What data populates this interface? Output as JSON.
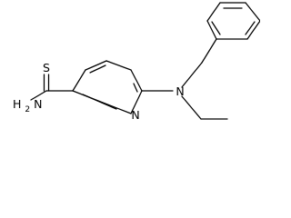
{
  "structure": {
    "atoms": {
      "sulfur": "S",
      "amide_nitrogen": "N",
      "amide_hydrogen": "H",
      "amide_hydrogen_count": "2",
      "ring_nitrogen": "N",
      "amine_nitrogen": "N"
    }
  }
}
